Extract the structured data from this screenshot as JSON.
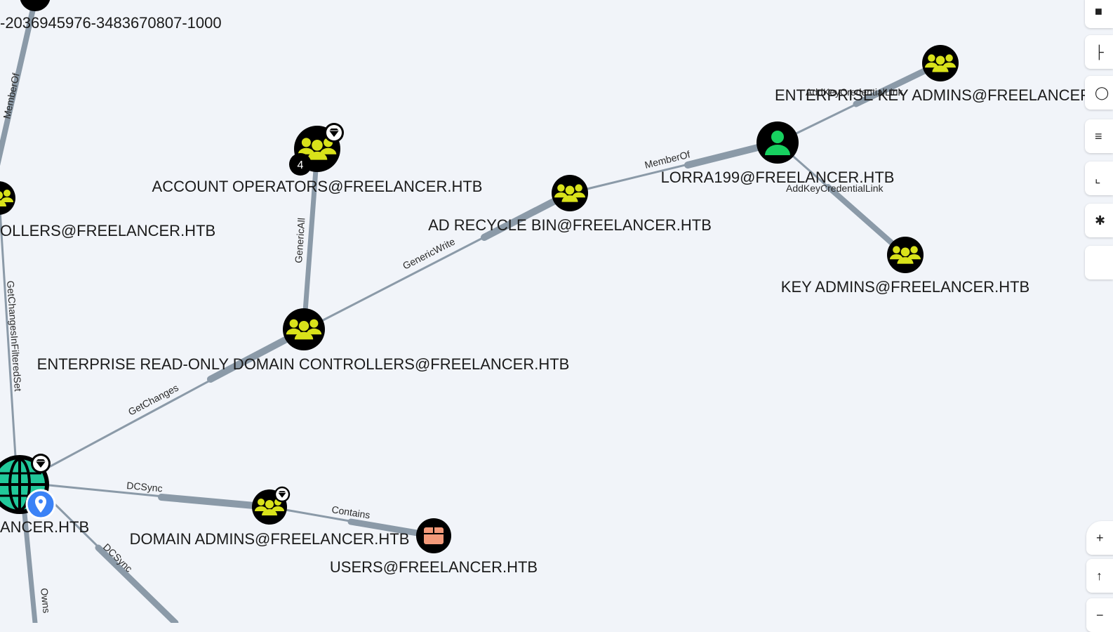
{
  "nodes": {
    "account_operators": "ACCOUNT OPERATORS@FREELANCER.HTB",
    "controllers_partial": "OLLERS@FREELANCER.HTB",
    "sid_partial": "-2036945976-3483670807-1000",
    "enterprise_ro_dc": "ENTERPRISE READ-ONLY DOMAIN CONTROLLERS@FREELANCER.HTB",
    "ad_recycle_bin": "AD RECYCLE BIN@FREELANCER.HTB",
    "lorra199": "LORRA199@FREELANCER.HTB",
    "enterprise_key_admins": "ENTERPRISE KEY ADMINS@FREELANCER.H",
    "key_admins": "KEY ADMINS@FREELANCER.HTB",
    "domain_partial": "ANCER.HTB",
    "domain_admins": "DOMAIN ADMINS@FREELANCER.HTB",
    "users": "USERS@FREELANCER.HTB",
    "account_operators_count": "4"
  },
  "edges": {
    "memberof_left": "MemberOf",
    "getchanges_filtered": "GetChangesInFilteredSet",
    "genericall": "GenericAll",
    "genericwrite": "GenericWrite",
    "getchanges": "GetChanges",
    "memberof_lorra": "MemberOf",
    "addkey_ent": "AddKeyCredentialLink",
    "addkey_key": "AddKeyCredentialLink",
    "dcsync_1": "DCSync",
    "dcsync_2": "DCSync",
    "contains": "Contains",
    "owns": "Owns"
  },
  "colors": {
    "background": "#f1f4f9",
    "group": "#d9e21a",
    "user": "#17d160",
    "domain": "#21c99a",
    "container": "#f39a7a",
    "edge": "#8b9aa8"
  },
  "icons": {
    "group": "group-icon",
    "user": "user-icon",
    "domain": "globe-icon",
    "container": "box-icon",
    "tier_zero": "diamond-icon",
    "location": "map-pin-icon"
  }
}
